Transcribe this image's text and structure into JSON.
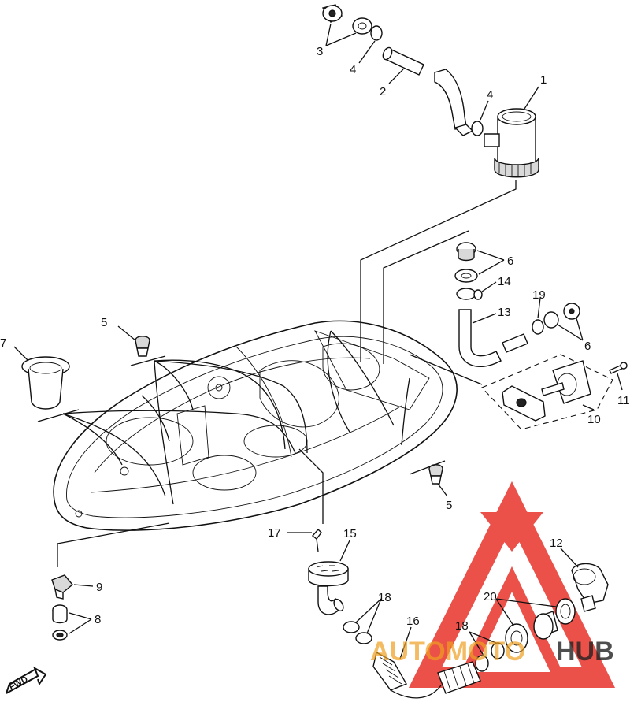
{
  "diagram": {
    "callouts": [
      {
        "id": "1",
        "text": "1"
      },
      {
        "id": "2",
        "text": "2"
      },
      {
        "id": "3",
        "text": "3"
      },
      {
        "id": "4a",
        "text": "4"
      },
      {
        "id": "4b",
        "text": "4"
      },
      {
        "id": "5a",
        "text": "5"
      },
      {
        "id": "5b",
        "text": "5"
      },
      {
        "id": "6a",
        "text": "6"
      },
      {
        "id": "6b",
        "text": "6"
      },
      {
        "id": "7",
        "text": "7"
      },
      {
        "id": "8",
        "text": "8"
      },
      {
        "id": "9",
        "text": "9"
      },
      {
        "id": "10",
        "text": "10"
      },
      {
        "id": "11",
        "text": "11"
      },
      {
        "id": "12",
        "text": "12"
      },
      {
        "id": "13",
        "text": "13"
      },
      {
        "id": "14",
        "text": "14"
      },
      {
        "id": "15",
        "text": "15"
      },
      {
        "id": "16",
        "text": "16"
      },
      {
        "id": "17",
        "text": "17"
      },
      {
        "id": "18a",
        "text": "18"
      },
      {
        "id": "18b",
        "text": "18"
      },
      {
        "id": "19",
        "text": "19"
      },
      {
        "id": "20",
        "text": "20"
      }
    ],
    "direction_marker": "FWD"
  },
  "watermark": {
    "text_a": "AUTOMOTO",
    "text_b": "HUB",
    "color_primary": "#e8322a",
    "color_secondary": "#f0a020",
    "color_dark": "#222222"
  }
}
